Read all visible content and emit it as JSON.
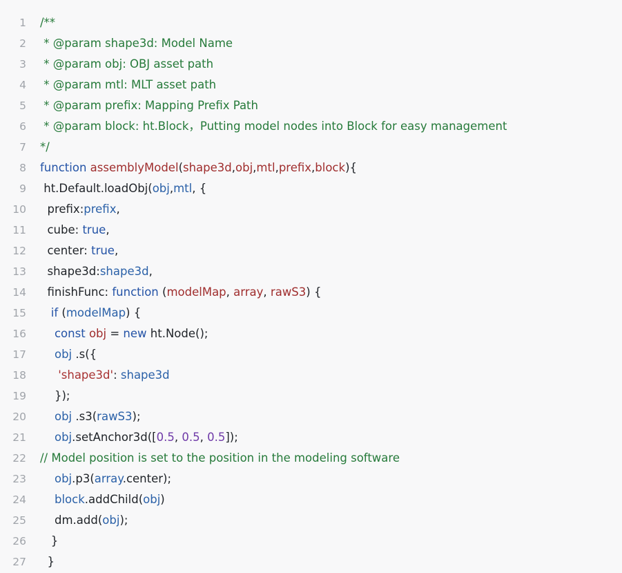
{
  "editor": {
    "lines": [
      {
        "number": "1",
        "tokens": [
          {
            "t": "/**",
            "c": "c"
          }
        ]
      },
      {
        "number": "2",
        "tokens": [
          {
            "t": " * @param shape3d: Model Name",
            "c": "c"
          }
        ]
      },
      {
        "number": "3",
        "tokens": [
          {
            "t": " * @param obj: OBJ asset path",
            "c": "c"
          }
        ]
      },
      {
        "number": "4",
        "tokens": [
          {
            "t": " * @param mtl: MLT asset path",
            "c": "c"
          }
        ]
      },
      {
        "number": "5",
        "tokens": [
          {
            "t": " * @param prefix: Mapping Prefix Path",
            "c": "c"
          }
        ]
      },
      {
        "number": "6",
        "tokens": [
          {
            "t": " * @param block: ht.Block，Putting model nodes into Block for easy management",
            "c": "c"
          }
        ]
      },
      {
        "number": "7",
        "tokens": [
          {
            "t": "*/",
            "c": "c"
          }
        ]
      },
      {
        "number": "8",
        "tokens": [
          {
            "t": "function ",
            "c": "k"
          },
          {
            "t": "assemblyModel",
            "c": "f"
          },
          {
            "t": "(",
            "c": "t"
          },
          {
            "t": "shape3d",
            "c": "p"
          },
          {
            "t": ",",
            "c": "t"
          },
          {
            "t": "obj",
            "c": "p"
          },
          {
            "t": ",",
            "c": "t"
          },
          {
            "t": "mtl",
            "c": "p"
          },
          {
            "t": ",",
            "c": "t"
          },
          {
            "t": "prefix",
            "c": "p"
          },
          {
            "t": ",",
            "c": "t"
          },
          {
            "t": "block",
            "c": "p"
          },
          {
            "t": "){",
            "c": "t"
          }
        ]
      },
      {
        "number": "9",
        "tokens": [
          {
            "t": " ht.Default.loadObj(",
            "c": "t"
          },
          {
            "t": "obj",
            "c": "v"
          },
          {
            "t": ",",
            "c": "t"
          },
          {
            "t": "mtl",
            "c": "v"
          },
          {
            "t": ", {",
            "c": "t"
          }
        ]
      },
      {
        "number": "10",
        "tokens": [
          {
            "t": "  prefix:",
            "c": "t"
          },
          {
            "t": "prefix",
            "c": "v"
          },
          {
            "t": ",",
            "c": "t"
          }
        ]
      },
      {
        "number": "11",
        "tokens": [
          {
            "t": "  cube: ",
            "c": "t"
          },
          {
            "t": "true",
            "c": "k"
          },
          {
            "t": ",",
            "c": "t"
          }
        ]
      },
      {
        "number": "12",
        "tokens": [
          {
            "t": "  center: ",
            "c": "t"
          },
          {
            "t": "true",
            "c": "k"
          },
          {
            "t": ",",
            "c": "t"
          }
        ]
      },
      {
        "number": "13",
        "tokens": [
          {
            "t": "  shape3d:",
            "c": "t"
          },
          {
            "t": "shape3d",
            "c": "v"
          },
          {
            "t": ",",
            "c": "t"
          }
        ]
      },
      {
        "number": "14",
        "tokens": [
          {
            "t": "  finishFunc: ",
            "c": "t"
          },
          {
            "t": "function",
            "c": "k"
          },
          {
            "t": " (",
            "c": "t"
          },
          {
            "t": "modelMap",
            "c": "p"
          },
          {
            "t": ", ",
            "c": "t"
          },
          {
            "t": "array",
            "c": "p"
          },
          {
            "t": ", ",
            "c": "t"
          },
          {
            "t": "rawS3",
            "c": "p"
          },
          {
            "t": ") {",
            "c": "t"
          }
        ]
      },
      {
        "number": "15",
        "tokens": [
          {
            "t": "   ",
            "c": "t"
          },
          {
            "t": "if",
            "c": "k"
          },
          {
            "t": " (",
            "c": "t"
          },
          {
            "t": "modelMap",
            "c": "v"
          },
          {
            "t": ") {",
            "c": "t"
          }
        ]
      },
      {
        "number": "16",
        "tokens": [
          {
            "t": "    ",
            "c": "t"
          },
          {
            "t": "const",
            "c": "k"
          },
          {
            "t": " ",
            "c": "t"
          },
          {
            "t": "obj",
            "c": "p"
          },
          {
            "t": " = ",
            "c": "t"
          },
          {
            "t": "new",
            "c": "k"
          },
          {
            "t": " ht.Node();",
            "c": "t"
          }
        ]
      },
      {
        "number": "17",
        "tokens": [
          {
            "t": "    ",
            "c": "t"
          },
          {
            "t": "obj",
            "c": "v"
          },
          {
            "t": " .s({",
            "c": "t"
          }
        ]
      },
      {
        "number": "18",
        "tokens": [
          {
            "t": "     ",
            "c": "t"
          },
          {
            "t": "'shape3d'",
            "c": "s"
          },
          {
            "t": ": ",
            "c": "t"
          },
          {
            "t": "shape3d",
            "c": "v"
          }
        ]
      },
      {
        "number": "19",
        "tokens": [
          {
            "t": "    });",
            "c": "t"
          }
        ]
      },
      {
        "number": "20",
        "tokens": [
          {
            "t": "    ",
            "c": "t"
          },
          {
            "t": "obj",
            "c": "v"
          },
          {
            "t": " .s3(",
            "c": "t"
          },
          {
            "t": "rawS3",
            "c": "v"
          },
          {
            "t": ");",
            "c": "t"
          }
        ]
      },
      {
        "number": "21",
        "tokens": [
          {
            "t": "    ",
            "c": "t"
          },
          {
            "t": "obj",
            "c": "v"
          },
          {
            "t": ".setAnchor3d([",
            "c": "t"
          },
          {
            "t": "0.5",
            "c": "n"
          },
          {
            "t": ", ",
            "c": "t"
          },
          {
            "t": "0.5",
            "c": "n"
          },
          {
            "t": ", ",
            "c": "t"
          },
          {
            "t": "0.5",
            "c": "n"
          },
          {
            "t": "]);",
            "c": "t"
          }
        ]
      },
      {
        "number": "22",
        "tokens": [
          {
            "t": "// Model position is set to the position in the modeling software",
            "c": "c"
          }
        ]
      },
      {
        "number": "23",
        "tokens": [
          {
            "t": "    ",
            "c": "t"
          },
          {
            "t": "obj",
            "c": "v"
          },
          {
            "t": ".p3(",
            "c": "t"
          },
          {
            "t": "array",
            "c": "v"
          },
          {
            "t": ".center);",
            "c": "t"
          }
        ]
      },
      {
        "number": "24",
        "tokens": [
          {
            "t": "    ",
            "c": "t"
          },
          {
            "t": "block",
            "c": "v"
          },
          {
            "t": ".addChild(",
            "c": "t"
          },
          {
            "t": "obj",
            "c": "v"
          },
          {
            "t": ")",
            "c": "t"
          }
        ]
      },
      {
        "number": "25",
        "tokens": [
          {
            "t": "    dm.add(",
            "c": "t"
          },
          {
            "t": "obj",
            "c": "v"
          },
          {
            "t": ");",
            "c": "t"
          }
        ]
      },
      {
        "number": "26",
        "tokens": [
          {
            "t": "   }",
            "c": "t"
          }
        ]
      },
      {
        "number": "27",
        "tokens": [
          {
            "t": "  }",
            "c": "t"
          }
        ]
      }
    ]
  }
}
